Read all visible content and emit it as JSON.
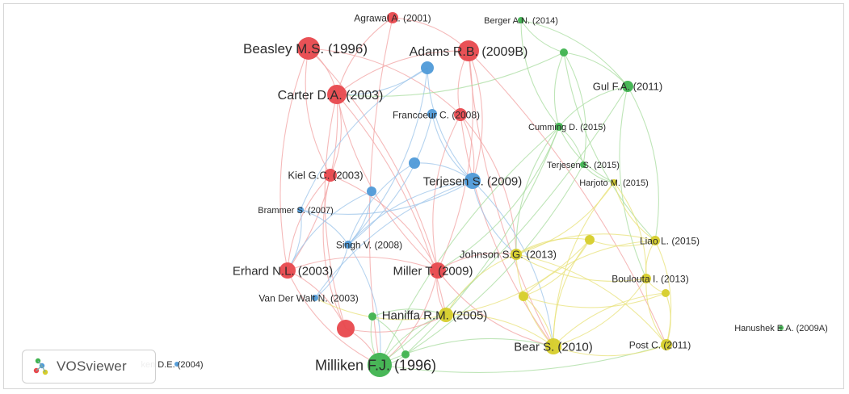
{
  "colors": {
    "red": "#e8484d",
    "blue": "#4f9ad8",
    "green": "#3fb34f",
    "yellow": "#d6cd2a",
    "edge_red": "#f2a3a3",
    "edge_blue": "#9cc4ea",
    "edge_green": "#a8dc9f",
    "edge_yellow": "#e8e27a"
  },
  "logo": {
    "text": "VOSviewer",
    "icon": "vosviewer-logo-icon"
  },
  "nodes": [
    {
      "id": "agrawal",
      "label": "Agrawal A. (2001)",
      "cluster": "red",
      "size": 7
    },
    {
      "id": "berger",
      "label": "Berger A.N. (2014)",
      "cluster": "green",
      "size": 4
    },
    {
      "id": "beasley",
      "label": "Beasley M.S. (1996)",
      "cluster": "red",
      "size": 14
    },
    {
      "id": "adams",
      "label": "Adams R.B. (2009B)",
      "cluster": "red",
      "size": 13
    },
    {
      "id": "gul",
      "label": "Gul F.A. (2011)",
      "cluster": "green",
      "size": 7
    },
    {
      "id": "carter",
      "label": "Carter D.A. (2003)",
      "cluster": "red",
      "size": 12
    },
    {
      "id": "francoeur",
      "label": "Francoeur C. (2008)",
      "cluster": "red",
      "size": 8
    },
    {
      "id": "cumming",
      "label": "Cumming D. (2015)",
      "cluster": "green",
      "size": 5
    },
    {
      "id": "terjesen15",
      "label": "Terjesen S. (2015)",
      "cluster": "green",
      "size": 4
    },
    {
      "id": "harjoto",
      "label": "Harjoto M. (2015)",
      "cluster": "yellow",
      "size": 4
    },
    {
      "id": "kiel",
      "label": "Kiel G.C. (2003)",
      "cluster": "red",
      "size": 8
    },
    {
      "id": "terjesen09",
      "label": "Terjesen S. (2009)",
      "cluster": "blue",
      "size": 10
    },
    {
      "id": "brammer",
      "label": "Brammer S. (2007)",
      "cluster": "blue",
      "size": 4
    },
    {
      "id": "singh",
      "label": "Singh V. (2008)",
      "cluster": "blue",
      "size": 5
    },
    {
      "id": "liao",
      "label": "Liao L. (2015)",
      "cluster": "yellow",
      "size": 6
    },
    {
      "id": "johnson",
      "label": "Johnson S.G. (2013)",
      "cluster": "yellow",
      "size": 7
    },
    {
      "id": "erhard",
      "label": "Erhard N.L. (2003)",
      "cluster": "red",
      "size": 10
    },
    {
      "id": "miller",
      "label": "Miller T. (2009)",
      "cluster": "red",
      "size": 10
    },
    {
      "id": "boulouta",
      "label": "Boulouta I. (2013)",
      "cluster": "yellow",
      "size": 6
    },
    {
      "id": "vanderwalt",
      "label": "Van Der Walt N. (2003)",
      "cluster": "blue",
      "size": 4
    },
    {
      "id": "haniffa",
      "label": "Haniffa R.M. (2005)",
      "cluster": "yellow",
      "size": 9
    },
    {
      "id": "hanushek",
      "label": "Hanushek E.A. (2009A)",
      "cluster": "green",
      "size": 3
    },
    {
      "id": "bear",
      "label": "Bear S. (2010)",
      "cluster": "yellow",
      "size": 10
    },
    {
      "id": "post",
      "label": "Post C. (2011)",
      "cluster": "yellow",
      "size": 7
    },
    {
      "id": "milliken",
      "label": "Milliken F.J. (1996)",
      "cluster": "green",
      "size": 15
    },
    {
      "id": "hidden_e",
      "label": "ken D.E. (2004)",
      "cluster": "blue",
      "size": 3
    },
    {
      "id": "u_blue1",
      "label": "",
      "cluster": "blue",
      "size": 8
    },
    {
      "id": "u_blue2",
      "label": "",
      "cluster": "blue",
      "size": 7
    },
    {
      "id": "u_blue3",
      "label": "",
      "cluster": "blue",
      "size": 6
    },
    {
      "id": "u_blue4",
      "label": "",
      "cluster": "blue",
      "size": 6
    },
    {
      "id": "u_red1",
      "label": "",
      "cluster": "red",
      "size": 11
    },
    {
      "id": "u_green1",
      "label": "",
      "cluster": "green",
      "size": 5
    },
    {
      "id": "u_green2",
      "label": "",
      "cluster": "green",
      "size": 5
    },
    {
      "id": "u_green3",
      "label": "",
      "cluster": "green",
      "size": 5
    },
    {
      "id": "u_yellow1",
      "label": "",
      "cluster": "yellow",
      "size": 6
    },
    {
      "id": "u_yellow2",
      "label": "",
      "cluster": "yellow",
      "size": 6
    },
    {
      "id": "u_yellow3",
      "label": "",
      "cluster": "yellow",
      "size": 5
    }
  ],
  "edges": [
    [
      "beasley",
      "carter"
    ],
    [
      "beasley",
      "erhard"
    ],
    [
      "beasley",
      "miller"
    ],
    [
      "beasley",
      "kiel"
    ],
    [
      "beasley",
      "francoeur"
    ],
    [
      "adams",
      "carter"
    ],
    [
      "adams",
      "miller"
    ],
    [
      "adams",
      "francoeur"
    ],
    [
      "adams",
      "terjesen09"
    ],
    [
      "adams",
      "bear"
    ],
    [
      "adams",
      "post"
    ],
    [
      "agrawal",
      "carter"
    ],
    [
      "agrawal",
      "adams"
    ],
    [
      "agrawal",
      "milliken"
    ],
    [
      "carter",
      "erhard"
    ],
    [
      "carter",
      "miller"
    ],
    [
      "carter",
      "kiel"
    ],
    [
      "carter",
      "u_red1"
    ],
    [
      "carter",
      "haniffa"
    ],
    [
      "francoeur",
      "miller"
    ],
    [
      "francoeur",
      "terjesen09"
    ],
    [
      "francoeur",
      "bear"
    ],
    [
      "francoeur",
      "johnson"
    ],
    [
      "kiel",
      "erhard"
    ],
    [
      "kiel",
      "miller"
    ],
    [
      "kiel",
      "u_red1"
    ],
    [
      "erhard",
      "miller"
    ],
    [
      "erhard",
      "milliken"
    ],
    [
      "erhard",
      "u_red1"
    ],
    [
      "miller",
      "bear"
    ],
    [
      "miller",
      "johnson"
    ],
    [
      "miller",
      "haniffa"
    ],
    [
      "miller",
      "milliken"
    ],
    [
      "terjesen09",
      "singh"
    ],
    [
      "terjesen09",
      "brammer"
    ],
    [
      "terjesen09",
      "u_blue2"
    ],
    [
      "terjesen09",
      "u_blue3"
    ],
    [
      "terjesen09",
      "vanderwalt"
    ],
    [
      "terjesen09",
      "bear"
    ],
    [
      "terjesen09",
      "johnson"
    ],
    [
      "u_blue1",
      "singh"
    ],
    [
      "u_blue1",
      "terjesen09"
    ],
    [
      "u_blue1",
      "carter"
    ],
    [
      "u_blue1",
      "brammer"
    ],
    [
      "singh",
      "vanderwalt"
    ],
    [
      "singh",
      "brammer"
    ],
    [
      "singh",
      "milliken"
    ],
    [
      "singh",
      "u_blue4"
    ],
    [
      "brammer",
      "erhard"
    ],
    [
      "u_blue2",
      "singh"
    ],
    [
      "u_blue3",
      "singh"
    ],
    [
      "u_blue4",
      "erhard"
    ],
    [
      "milliken",
      "bear"
    ],
    [
      "milliken",
      "post"
    ],
    [
      "milliken",
      "haniffa"
    ],
    [
      "milliken",
      "u_green2"
    ],
    [
      "milliken",
      "u_green3"
    ],
    [
      "milliken",
      "gul"
    ],
    [
      "milliken",
      "cumming"
    ],
    [
      "berger",
      "u_green1"
    ],
    [
      "berger",
      "gul"
    ],
    [
      "berger",
      "cumming"
    ],
    [
      "u_green1",
      "gul"
    ],
    [
      "u_green1",
      "cumming"
    ],
    [
      "u_green1",
      "terjesen15"
    ],
    [
      "u_green1",
      "liao"
    ],
    [
      "u_green1",
      "carter"
    ],
    [
      "gul",
      "cumming"
    ],
    [
      "gul",
      "liao"
    ],
    [
      "gul",
      "boulouta"
    ],
    [
      "cumming",
      "terjesen15"
    ],
    [
      "cumming",
      "harjoto"
    ],
    [
      "cumming",
      "u_green2"
    ],
    [
      "cumming",
      "johnson"
    ],
    [
      "cumming",
      "miller"
    ],
    [
      "terjesen15",
      "harjoto"
    ],
    [
      "terjesen15",
      "u_green2"
    ],
    [
      "u_green2",
      "u_green3"
    ],
    [
      "u_green3",
      "haniffa"
    ],
    [
      "harjoto",
      "liao"
    ],
    [
      "harjoto",
      "boulouta"
    ],
    [
      "harjoto",
      "bear"
    ],
    [
      "harjoto",
      "johnson"
    ],
    [
      "johnson",
      "bear"
    ],
    [
      "johnson",
      "post"
    ],
    [
      "johnson",
      "boulouta"
    ],
    [
      "johnson",
      "liao"
    ],
    [
      "johnson",
      "haniffa"
    ],
    [
      "johnson",
      "u_yellow1"
    ],
    [
      "liao",
      "boulouta"
    ],
    [
      "liao",
      "post"
    ],
    [
      "liao",
      "u_yellow2"
    ],
    [
      "liao",
      "u_yellow1"
    ],
    [
      "boulouta",
      "post"
    ],
    [
      "boulouta",
      "bear"
    ],
    [
      "boulouta",
      "u_yellow3"
    ],
    [
      "haniffa",
      "bear"
    ],
    [
      "haniffa",
      "u_yellow1"
    ],
    [
      "haniffa",
      "vanderwalt"
    ],
    [
      "bear",
      "post"
    ],
    [
      "bear",
      "u_yellow1"
    ],
    [
      "bear",
      "u_yellow2"
    ],
    [
      "bear",
      "u_yellow3"
    ],
    [
      "post",
      "u_yellow3"
    ],
    [
      "u_yellow1",
      "u_yellow2"
    ],
    [
      "u_yellow2",
      "u_yellow3"
    ],
    [
      "u_red1",
      "milliken"
    ],
    [
      "u_red1",
      "haniffa"
    ]
  ]
}
